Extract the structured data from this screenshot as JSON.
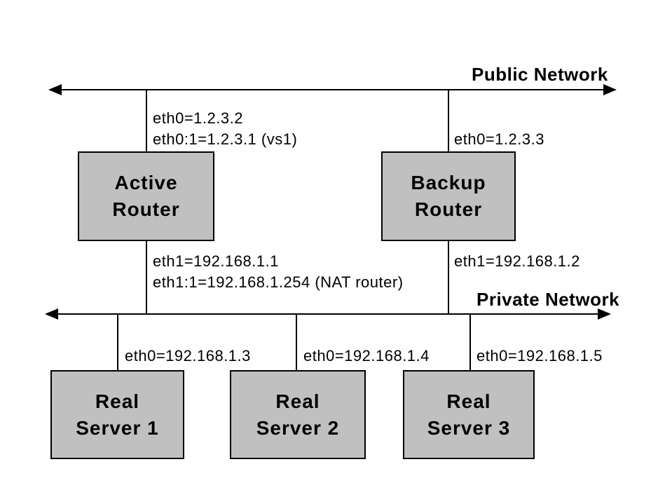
{
  "network_labels": {
    "public": "Public Network",
    "private": "Private Network"
  },
  "routers": [
    {
      "name_line1": "Active",
      "name_line2": "Router",
      "public_if_1": "eth0=1.2.3.2",
      "public_if_2": "eth0:1=1.2.3.1 (vs1)",
      "private_if_1": "eth1=192.168.1.1",
      "private_if_2": "eth1:1=192.168.1.254 (NAT router)"
    },
    {
      "name_line1": "Backup",
      "name_line2": "Router",
      "public_if_1": "eth0=1.2.3.3",
      "private_if_1": "eth1=192.168.1.2"
    }
  ],
  "servers": [
    {
      "name_line1": "Real",
      "name_line2": "Server 1",
      "interface": "eth0=192.168.1.3"
    },
    {
      "name_line1": "Real",
      "name_line2": "Server 2",
      "interface": "eth0=192.168.1.4"
    },
    {
      "name_line1": "Real",
      "name_line2": "Server 3",
      "interface": "eth0=192.168.1.5"
    }
  ],
  "colors": {
    "background": "#ffffff",
    "box_fill": "#c0c0c0",
    "box_border": "#000000",
    "line": "#000000",
    "text": "#000000"
  }
}
